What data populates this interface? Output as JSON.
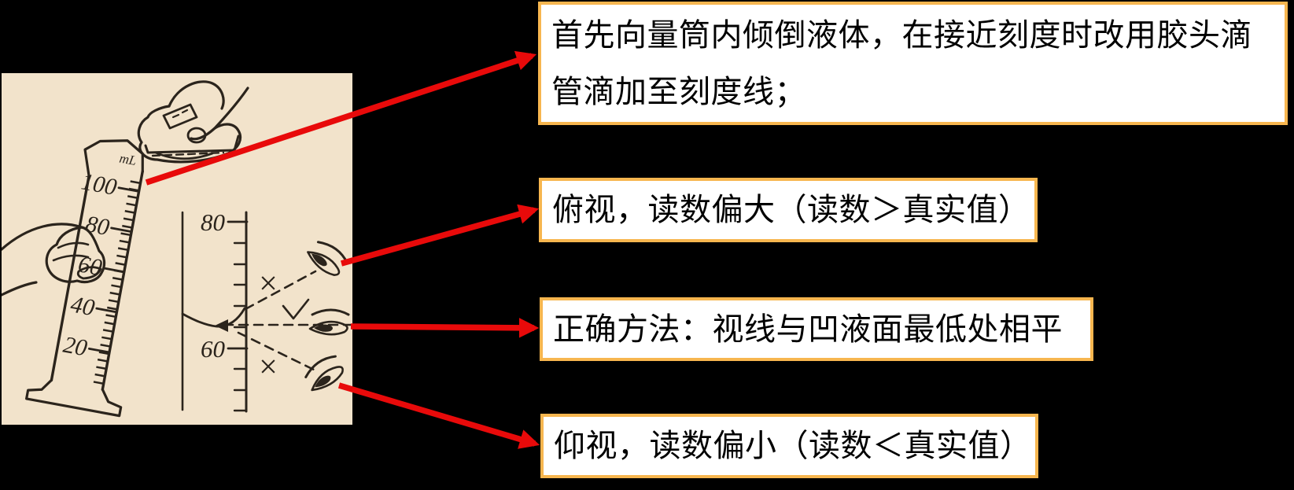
{
  "colors": {
    "page_bg": "#000000",
    "panel_bg": "#F2E3CB",
    "ink": "#2B241C",
    "arrow_red": "#E80A0A",
    "box_border": "#F7B64F",
    "box_bg": "#FFFFFF",
    "box_text": "#000000"
  },
  "panel": {
    "cylinder": {
      "unit_label": "mL",
      "scale_labels": [
        "100",
        "80",
        "60",
        "40",
        "20"
      ]
    },
    "meniscus": {
      "upper_label": "80",
      "lower_label": "60",
      "wrong_mark_upper": "×",
      "correct_mark": "∨",
      "wrong_mark_lower": "×"
    }
  },
  "notes": {
    "pour": {
      "line1": "首先向量筒内倾倒液体，在接近刻度时改用胶头滴",
      "line2": "管滴加至刻度线；"
    },
    "look_down": {
      "line1": "俯视，读数偏大（读数＞真实值）"
    },
    "correct": {
      "line1": "正确方法：视线与凹液面最低处相平"
    },
    "look_up": {
      "line1": "仰视，读数偏小（读数＜真实值）"
    }
  }
}
